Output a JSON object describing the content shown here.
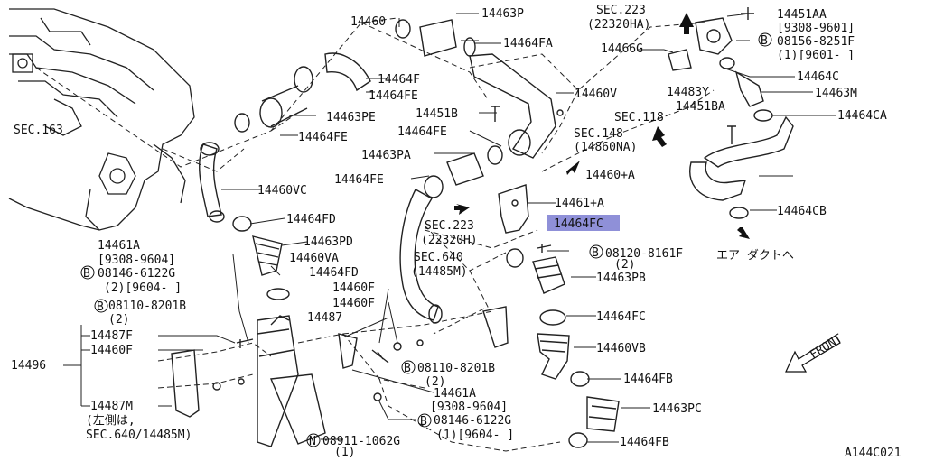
{
  "diagram_code": "A144C021",
  "highlighted_part": "14464FC",
  "front_label": "FRONT",
  "labels": {
    "l14460": "14460",
    "l14463P": "14463P",
    "l14464FA": "14464FA",
    "lSEC223a": "SEC.223",
    "l22320HA": "(22320HA)",
    "l14466G": "14466G",
    "l14451AA": "14451AA",
    "l9308_9601": "[9308-9601]",
    "l08156": "08156-8251F",
    "l1_9601": "(1)[9601-     ]",
    "l14464C": "14464C",
    "l14483Y": "14483Y",
    "l14463M": "14463M",
    "l14451BA": "14451BA",
    "l14464CA": "14464CA",
    "lSEC118": "SEC.118",
    "l14464F": "14464F",
    "l14464FE_a": "14464FE",
    "l14460V": "14460V",
    "l14451B": "14451B",
    "l14463PE": "14463PE",
    "lSEC148": "SEC.148",
    "l14860NA": "(14860NA)",
    "l14464FE_b": "14464FE",
    "lSEC163": "SEC.163",
    "l14464FE_c": "14464FE",
    "l14463PA": "14463PA",
    "l14460A": "14460+A",
    "l14460VC": "14460VC",
    "l14464FE_d": "14464FE",
    "l14461A": "14461+A",
    "l14464CB": "14464CB",
    "lSEC223b": "SEC.223",
    "l22320H": "(22320H)",
    "l14464FC_hl": "14464FC",
    "l14464FD": "14464FD",
    "l14463PD": "14463PD",
    "l08120": "08120-8161F",
    "l08120_2": "(2)",
    "air_duct": "エア ダクトへ",
    "l14461A_top": "14461A",
    "l9308_9604": "[9308-9604]",
    "l08146_top": "08146-6122G",
    "l2_9604": "(2)[9604-     ]",
    "lSEC640": "SEC.640",
    "l14485M": "(14485M)",
    "l14460VA": "14460VA",
    "l14464FD_b": "14464FD",
    "l14463PB": "14463PB",
    "l14460F_a": "14460F",
    "l08110_top": "08110-8201B",
    "l08110_top_2": "(2)",
    "l14460F_b": "14460F",
    "l14487": "14487",
    "l14464FC_b": "14464FC",
    "l14487F": "14487F",
    "l14460F_c": "14460F",
    "l14460VB": "14460VB",
    "l14496": "14496",
    "l08110_bot": "08110-8201B",
    "l08110_bot_2": "(2)",
    "l14464FB_a": "14464FB",
    "l14461A_bot": "14461A",
    "l9308_9604_b": "[9308-9604]",
    "l14487M": "14487M",
    "l14463PC": "14463PC",
    "l08146_bot": "08146-6122G",
    "l1_9604": "(1)[9604-     ]",
    "l_note1": "(左側は,",
    "l_note2": "SEC.640/14485M)",
    "l08911": "08911-1062G",
    "l08911_1": "(1)",
    "l14464FB_b": "14464FB"
  }
}
